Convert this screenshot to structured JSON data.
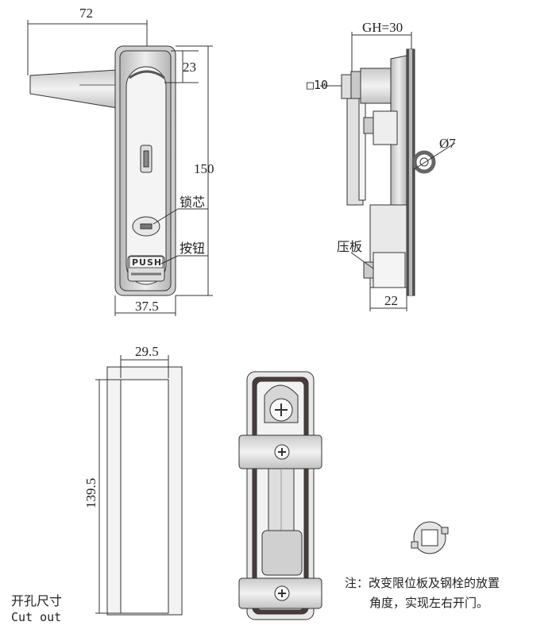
{
  "front_view": {
    "dim_top_width": "72",
    "dim_top_offset": "23",
    "dim_height": "150",
    "dim_bottom_width": "37.5",
    "label_lock_core": "锁芯",
    "label_button": "按钮",
    "push_text": "PUSH"
  },
  "side_view": {
    "dim_grip": "GH=30",
    "dim_square": "□10",
    "dim_hole": "Ø7",
    "label_plate": "压板",
    "dim_depth": "22"
  },
  "cutout_view": {
    "dim_width": "29.5",
    "dim_height": "139.5",
    "title_cn": "开孔尺寸",
    "title_en": "Cut out"
  },
  "note": {
    "line1": "注：改变限位板及钢栓的放置",
    "line2": "角度，实现左右开门。"
  }
}
